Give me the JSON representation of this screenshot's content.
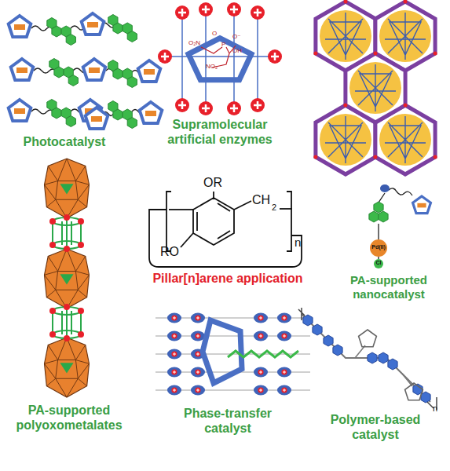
{
  "diagram": {
    "labels": [
      "O₂N",
      "O",
      "P",
      "O⁻",
      "OH",
      "NO₂",
      "Photocatalyst",
      "Supramolecular artificial enzymes",
      "OR",
      "CH",
      "2",
      "n",
      "RO",
      "Pillar[n]arene application",
      "Pd(II)",
      "Cl",
      "PA-supported nanocatalyst",
      "PA-supported polyoxometalates",
      "Phase-transfer catalyst",
      "n",
      "Polymer-based catalyst"
    ]
  }
}
